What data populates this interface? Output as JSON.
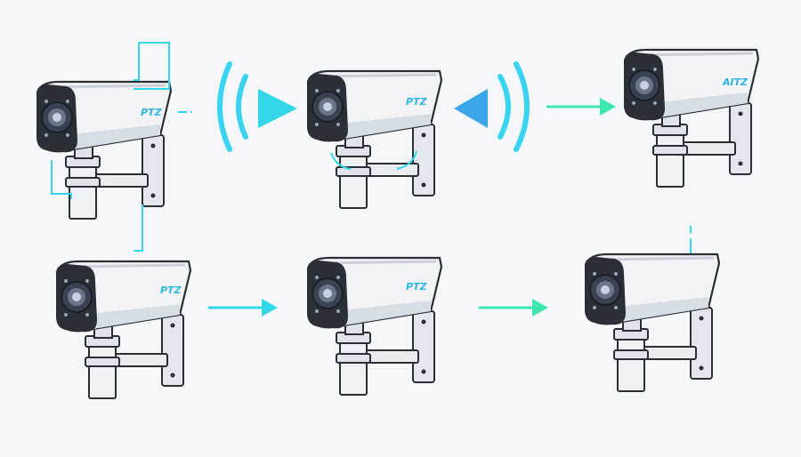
{
  "colors": {
    "background": "#f6f7fb",
    "housing": "#f1f3f6",
    "outline": "#2a2f36",
    "visor_dark": "#2b3038",
    "lens": "#3a4150",
    "accent_cyan": "#33d6e6",
    "accent_green": "#3fe7b0",
    "label_blue": "#2fb6e6"
  },
  "cameras": [
    {
      "label": "PTZ",
      "icon": "cctv-camera-icon"
    },
    {
      "label": "PTZ",
      "icon": "cctv-camera-icon"
    },
    {
      "label": "AITZ",
      "icon": "cctv-camera-icon"
    },
    {
      "label": "PTZ",
      "icon": "cctv-camera-icon"
    },
    {
      "label": "PTZ",
      "icon": "cctv-camera-icon"
    },
    {
      "label": "",
      "icon": "cctv-camera-icon"
    }
  ],
  "connectors": [
    {
      "type": "signal-waves",
      "direction": "right"
    },
    {
      "type": "signal-waves",
      "direction": "left"
    },
    {
      "type": "arrow",
      "direction": "right"
    },
    {
      "type": "arrow",
      "direction": "right"
    },
    {
      "type": "arrow",
      "direction": "right"
    }
  ]
}
